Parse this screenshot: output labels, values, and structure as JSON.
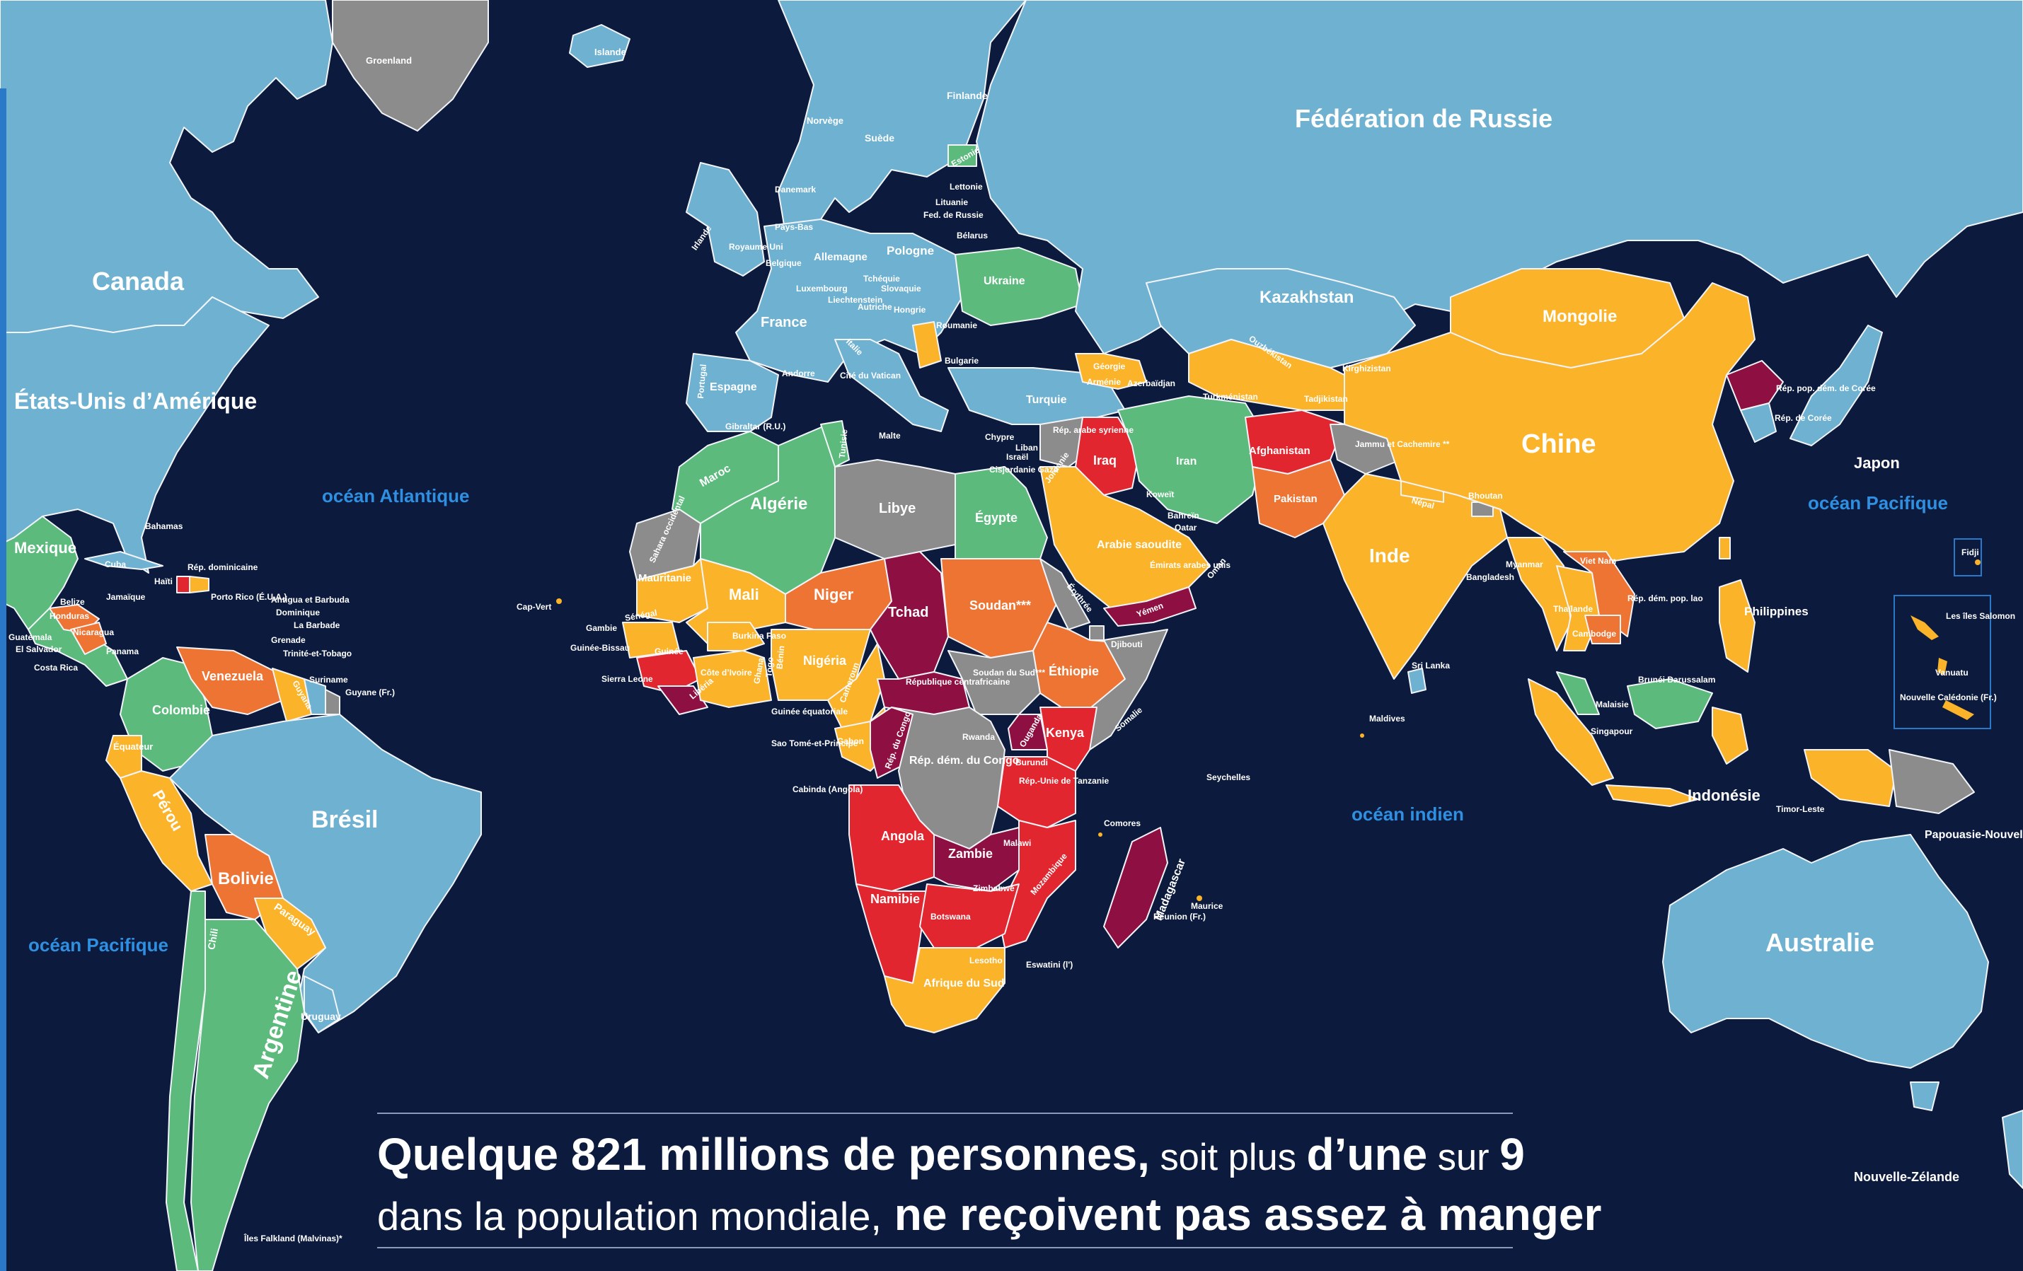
{
  "colors": {
    "ocean": "#0b1a3d",
    "accent_bar": "#2a78c8",
    "ocean_label": "#2f8fe0",
    "blue": "#6fb1d1",
    "green": "#5cba7d",
    "yellow": "#fbb42a",
    "orange": "#ee7434",
    "red": "#e1262f",
    "darkred": "#8e1043",
    "grey": "#8c8c8c",
    "border": "#f2f4f8",
    "label": "#ffffff"
  },
  "oceans": [
    {
      "name": "océan Atlantique"
    },
    {
      "name": "océan Pacifique"
    },
    {
      "name": "océan Pacifique"
    },
    {
      "name": "océan indien"
    }
  ],
  "countries_major": [
    "Canada",
    "États-Unis d’Amérique",
    "Mexique",
    "Fédération de Russie",
    "Kazakhstan",
    "Mongolie",
    "Chine",
    "Inde",
    "Japon",
    "Australie",
    "Brésil",
    "Bolivie",
    "Argentine",
    "Pérou",
    "Colombie",
    "Venezuela",
    "Algérie",
    "Libye",
    "Égypte",
    "Mali",
    "Niger",
    "Tchad",
    "Soudan***",
    "Éthiopie",
    "Kenya",
    "Nigéria",
    "Angola",
    "Zambie",
    "Namibie",
    "Afrique du Sud",
    "Madagascar",
    "Rép. dém. du Congo",
    "Arabie saoudite",
    "Iran",
    "Iraq",
    "Afghanistan",
    "Pakistan",
    "Turquie",
    "Ukraine",
    "France",
    "Espagne",
    "Pologne",
    "Allemagne",
    "Finlande",
    "Suède",
    "Norvège",
    "Groenland",
    "Islande",
    "Mauritanie",
    "Maroc",
    "Indonésie",
    "Philippines",
    "Papouasie-Nouvelle Guinée",
    "Nouvelle-Zélande",
    "Paraguay",
    "Uruguay",
    "Chili",
    "Équateur",
    "Guyana",
    "Suriname",
    "Guinée",
    "Somalie",
    "Ouganda",
    "Thaïlande",
    "Cambodge",
    "Malaisie",
    "Myanmar",
    "Bangladesh",
    "Népal",
    "Bhoutan",
    "Viet Nam",
    "Rép. dém. pop. lao",
    "Ouzbékistan",
    "Turkménistan",
    "Tadjikistan",
    "Kirghizistan",
    "Géorgie",
    "Arménie",
    "Azerbaïdjan",
    "Bélarus",
    "Roumanie",
    "Bulgarie",
    "Hongrie",
    "Autriche",
    "Italie",
    "Portugal",
    "Danemark",
    "Estonie",
    "Lettonie",
    "Lituanie",
    "Royaume Uni",
    "Irlande",
    "Pays-Bas",
    "Belgique",
    "Tchéquie",
    "Slovaquie",
    "Liechtenstein",
    "Luxembourg",
    "Andorre",
    "Cité du Vatican",
    "Malte",
    "Chypre",
    "Liban",
    "Israël",
    "Cisjordanie Gaza",
    "Rép. arabe syrienne",
    "Jordanie",
    "Koweït",
    "Bahreïn",
    "Qatar",
    "Émirats arabes unis",
    "Oman",
    "Yémen",
    "Djibouti",
    "Érythrée",
    "Soudan du Sud***",
    "République centrafricaine",
    "Cameroun",
    "Gabon",
    "Rép. du Congo",
    "Guinée équatoriale",
    "Sao Tomé-et-Principe",
    "Cabinda (Angola)",
    "Rwanda",
    "Burundi",
    "Rép.-Unie de Tanzanie",
    "Malawi",
    "Mozambique",
    "Zimbabwe",
    "Botswana",
    "Lesotho",
    "Eswatini (l')",
    "Comores",
    "Seychelles",
    "Maurice",
    "Réunion (Fr.)",
    "Sénégal",
    "Gambie",
    "Guinée-Bissau",
    "Sierra Leone",
    "Libéria",
    "Côte d’Ivoire",
    "Ghana",
    "Togo",
    "Bénin",
    "Burkina Faso",
    "Sahara occidental",
    "Tunisie",
    "Cap-Vert",
    "Sri Lanka",
    "Maldives",
    "Brunéi Darussalam",
    "Singapour",
    "Timor-Leste",
    "Fidji",
    "Les îles Salomon",
    "Vanuatu",
    "Nouvelle Calédonie (Fr.)",
    "Rép. pop. dém. de Corée",
    "Rép. de Corée",
    "Jammu et Cachemire **",
    "Guatemala",
    "El Salvador",
    "Honduras",
    "Nicaragua",
    "Costa Rica",
    "Panama",
    "Belize",
    "Cuba",
    "Jamaïque",
    "Haïti",
    "Rép. dominicaine",
    "Porto Rico (É.U.A.)",
    "Bahamas",
    "Antigua et Barbuda",
    "Dominique",
    "La Barbade",
    "Grenade",
    "Trinité-et-Tobago",
    "Guyane (Fr.)",
    "Îles Falkland (Malvinas)*",
    "Gibraltar (R.U.)",
    "Fed. de Russie"
  ],
  "caption": {
    "l1_a": "Quelque 821 millions de personnes,",
    "l1_b": " soit plus ",
    "l1_c": "d’une",
    "l1_d": " sur ",
    "l1_e": "9",
    "l2_a": "dans la population mondiale,",
    "l2_b": " ne reçoivent pas assez à manger"
  }
}
